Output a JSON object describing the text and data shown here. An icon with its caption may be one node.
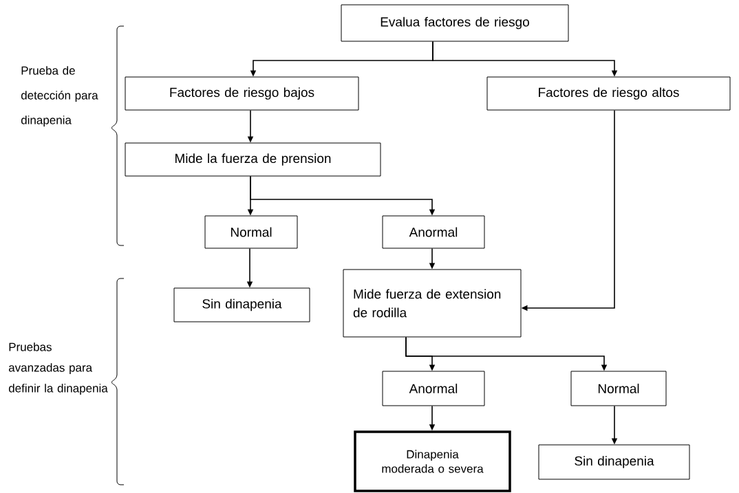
{
  "diagram": {
    "nodes": [
      {
        "text": [
          "Evalua factores de riesgo"
        ]
      },
      {
        "text": [
          "Factores de riesgo bajos"
        ]
      },
      {
        "text": [
          "Factores de riesgo altos"
        ]
      },
      {
        "text": [
          "Mide la fuerza de prension"
        ]
      },
      {
        "text": [
          "Normal"
        ]
      },
      {
        "text": [
          "Anormal"
        ]
      },
      {
        "text": [
          "Sin dinapenia"
        ]
      },
      {
        "text": [
          "Mide fuerza de extension de rodilla"
        ]
      },
      {
        "text": [
          "Anormal"
        ]
      },
      {
        "text": [
          "Normal"
        ]
      },
      {
        "text": [
          "Dinapenia moderada o severa"
        ]
      },
      {
        "text": [
          "Sin dinapenia"
        ]
      }
    ],
    "edges": [
      {
        "from": 0,
        "to": 1,
        "arrow": "to"
      },
      {
        "from": 0,
        "to": 2,
        "arrow": "to"
      },
      {
        "from": 1,
        "to": 3,
        "arrow": "to"
      },
      {
        "from": 3,
        "to": 4,
        "arrow": "to"
      },
      {
        "from": 3,
        "to": 5,
        "arrow": "to"
      },
      {
        "from": 4,
        "to": 6,
        "arrow": "to"
      },
      {
        "from": 5,
        "to": 7,
        "arrow": "to"
      },
      {
        "from": 2,
        "to": 7,
        "arrow": "to"
      },
      {
        "from": 7,
        "to": 8,
        "arrow": "to"
      },
      {
        "from": 7,
        "to": 9,
        "arrow": "to"
      },
      {
        "from": 8,
        "to": 10,
        "arrow": "to"
      },
      {
        "from": 9,
        "to": 11,
        "arrow": "to"
      }
    ],
    "labels": [
      "Prueba de detección para dinapenia",
      "Pruebas avanzadas para definir la dinapenia"
    ]
  }
}
